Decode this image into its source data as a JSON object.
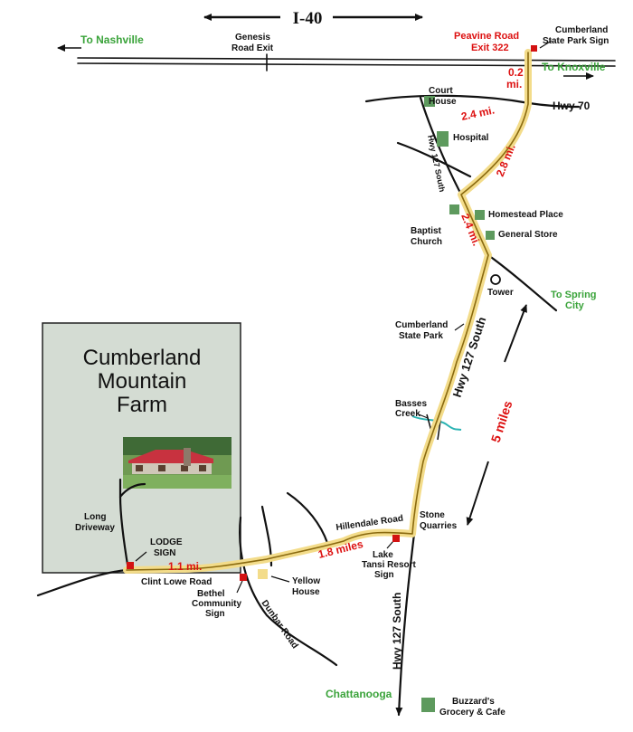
{
  "interstate": {
    "name": "I-40"
  },
  "directions": {
    "nashville": "To Nashville",
    "knoxville": "To Knoxville",
    "spring_city_1": "To Spring",
    "spring_city_2": "City",
    "chattanooga": "Chattanooga"
  },
  "exits": {
    "genesis_1": "Genesis",
    "genesis_2": "Road Exit",
    "peavine_1": "Peavine Road",
    "peavine_2": "Exit 322"
  },
  "highways": {
    "hwy70": "Hwy 70",
    "hwy127_south_small": "Hwy 127 South",
    "hwy127_south_main": "Hwy 127 South",
    "hwy127_south_lower": "Hwy 127 South",
    "hillendale": "Hillendale Road",
    "clint_lowe": "Clint Lowe Road",
    "dunbar": "Dunbar Road",
    "long_driveway_1": "Long",
    "long_driveway_2": "Driveway"
  },
  "distances": {
    "d_0_2_a": "0.2",
    "d_0_2_b": "mi.",
    "d_2_4_a": "2.4 mi.",
    "d_2_8": "2.8 mi.",
    "d_2_4_b": "2.4 mi.",
    "d_5": "5 miles",
    "d_1_8": "1.8 miles",
    "d_1_1": "1.1 mi."
  },
  "landmarks": {
    "state_park_sign_1": "Cumberland",
    "state_park_sign_2": "State Park Sign",
    "court_house_1": "Court",
    "court_house_2": "House",
    "hospital": "Hospital",
    "homestead": "Homestead Place",
    "general_store": "General Store",
    "baptist_1": "Baptist",
    "baptist_2": "Church",
    "tower": "Tower",
    "state_park_1": "Cumberland",
    "state_park_2": "State Park",
    "basses_1": "Basses",
    "basses_2": "Creek",
    "stone_1": "Stone",
    "stone_2": "Quarries",
    "lake_tansi_1": "Lake",
    "lake_tansi_2": "Tansi Resort",
    "lake_tansi_3": "Sign",
    "yellow_house_1": "Yellow",
    "yellow_house_2": "House",
    "bethel_1": "Bethel",
    "bethel_2": "Community",
    "bethel_3": "Sign",
    "lodge_1": "LODGE",
    "lodge_2": "SIGN",
    "buzzards_1": "Buzzard's",
    "buzzards_2": "Grocery & Cafe"
  },
  "farm": {
    "title_1": "Cumberland",
    "title_2": "Mountain",
    "title_3": "Farm"
  },
  "colors": {
    "route": "#f3dc8a",
    "sign_marker": "#d31212",
    "building": "#5e9a5e",
    "farm_area": "#d4dcd3",
    "direction_green": "#3aa33a",
    "distance_red": "#dd1111",
    "creek": "#2bb3b3"
  }
}
